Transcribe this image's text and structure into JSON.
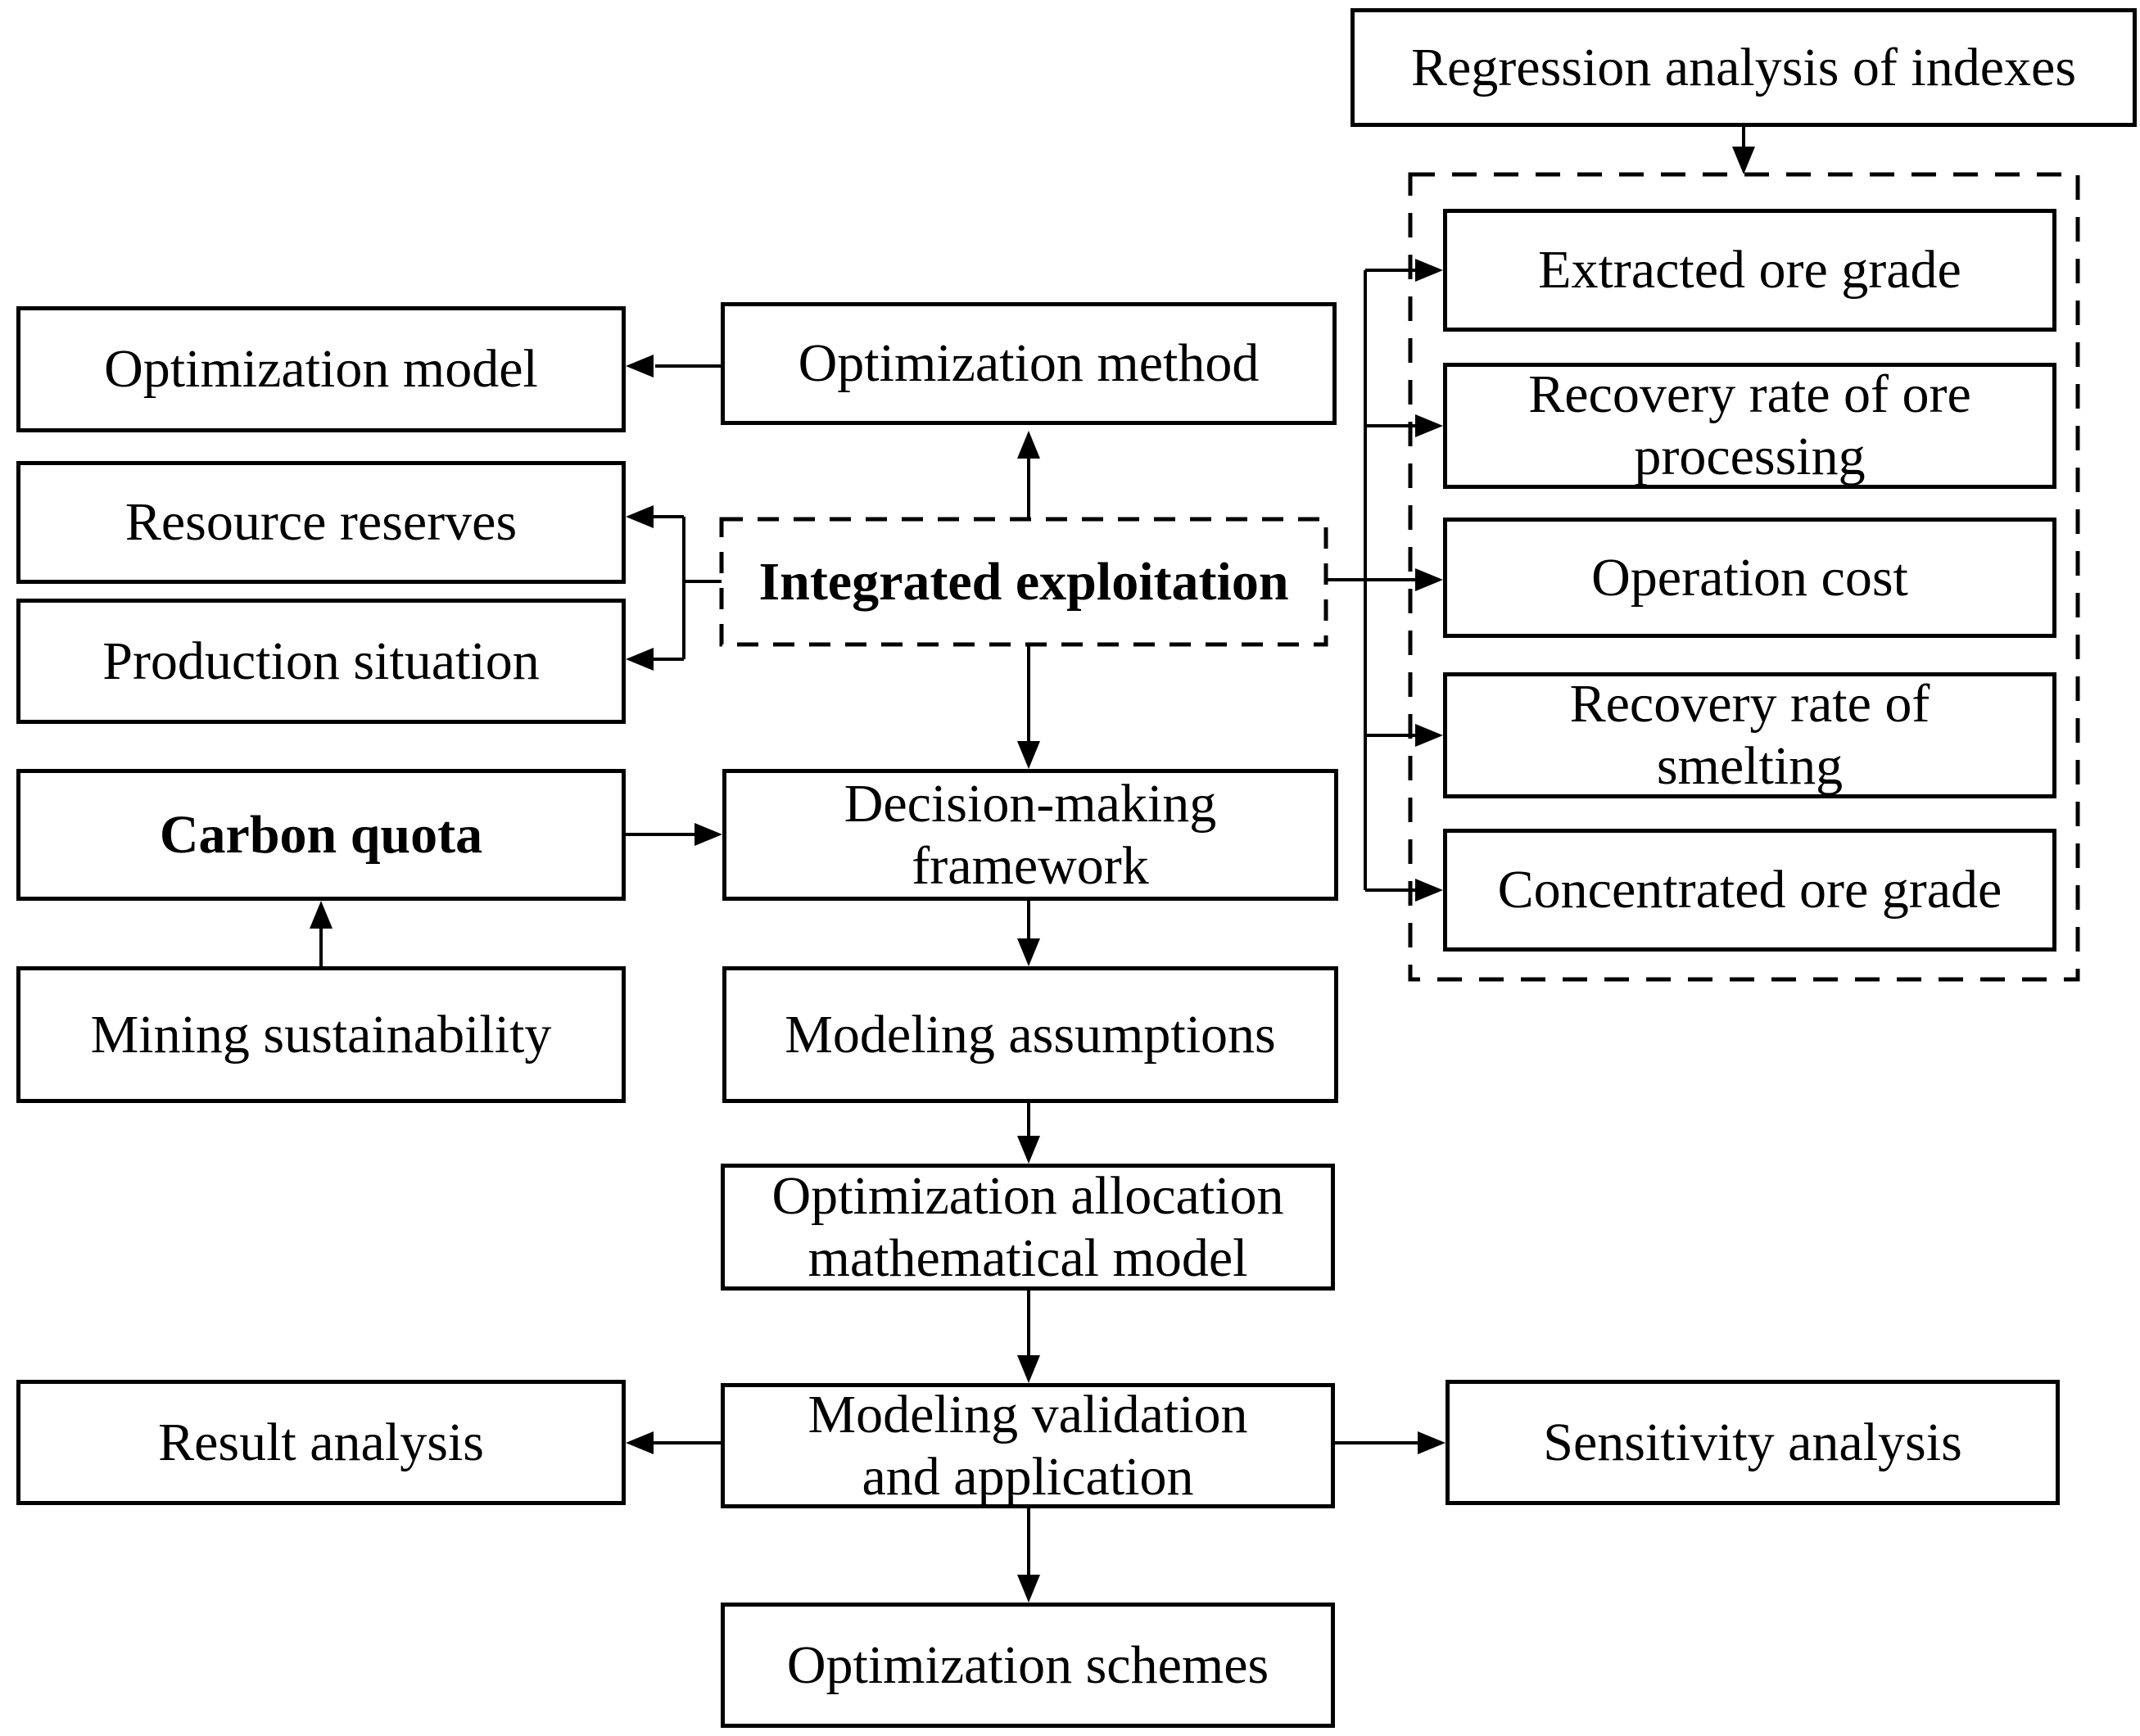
{
  "diagram": {
    "colors": {
      "background": "#ffffff",
      "stroke": "#000000",
      "text": "#000000"
    },
    "nodes": {
      "optimization_model": {
        "label": "Optimization model"
      },
      "resource_reserves": {
        "label": "Resource reserves"
      },
      "production_situation": {
        "label": "Production situation"
      },
      "carbon_quota": {
        "label": "Carbon quota"
      },
      "mining_sustainability": {
        "label": "Mining sustainability"
      },
      "result_analysis": {
        "label": "Result analysis"
      },
      "optimization_method": {
        "label": "Optimization method"
      },
      "integrated_exploitation": {
        "label": "Integrated exploitation"
      },
      "decision_making_framework": {
        "label": "Decision-making\nframework"
      },
      "modeling_assumptions": {
        "label": "Modeling assumptions"
      },
      "optimization_allocation": {
        "label": "Optimization allocation\nmathematical model"
      },
      "modeling_validation": {
        "label": "Modeling validation\nand application"
      },
      "optimization_schemes": {
        "label": "Optimization schemes"
      },
      "regression_analysis": {
        "label": "Regression analysis of indexes"
      },
      "extracted_ore_grade": {
        "label": "Extracted ore grade"
      },
      "recovery_rate_ore_processing": {
        "label": "Recovery rate of ore\nprocessing"
      },
      "operation_cost": {
        "label": "Operation cost"
      },
      "recovery_rate_smelting": {
        "label": "Recovery rate of\nsmelting"
      },
      "concentrated_ore_grade": {
        "label": "Concentrated ore grade"
      },
      "sensitivity_analysis": {
        "label": "Sensitivity analysis"
      }
    }
  }
}
